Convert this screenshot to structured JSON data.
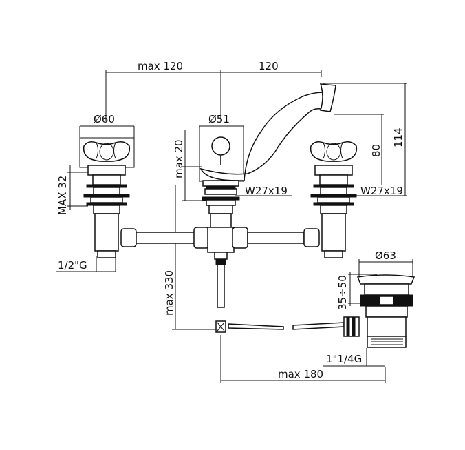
{
  "dimensions": {
    "top_left_span": "max 120",
    "top_right_span": "120",
    "left_handle_diameter": "Ø60",
    "spout_diameter": "Ø51",
    "spout_base_height": "max 20",
    "spout_outlet_height": "80",
    "overall_height": "114",
    "valve_height": "MAX 32",
    "center_thread": "W27x19",
    "right_thread": "W27x19",
    "inlet_thread": "1/2\"G",
    "mounting_depth": "max 330",
    "waste_diameter": "Ø63",
    "waste_height_range": "35÷50",
    "waste_thread": "1\"1/4G",
    "rod_length": "max 180"
  }
}
